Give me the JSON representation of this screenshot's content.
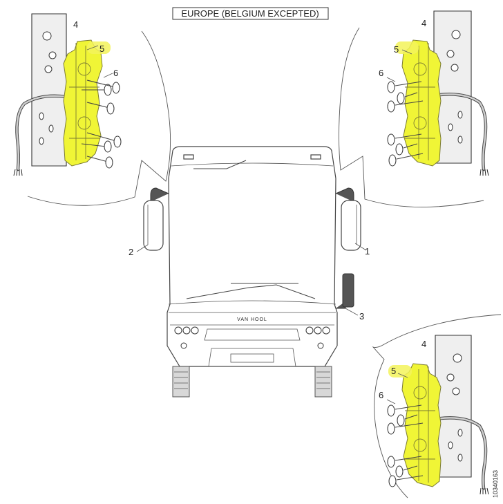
{
  "title": "EUROPE  (BELGIUM EXCEPTED)",
  "brand": "VAN HOOL",
  "doc_id": "10340163",
  "labels": {
    "n1": "1",
    "n2": "2",
    "n3": "3",
    "n4": "4",
    "n5": "5",
    "n6": "6"
  },
  "colors": {
    "highlight": "#f0f536",
    "line": "#444444",
    "plate": "#efefef"
  }
}
